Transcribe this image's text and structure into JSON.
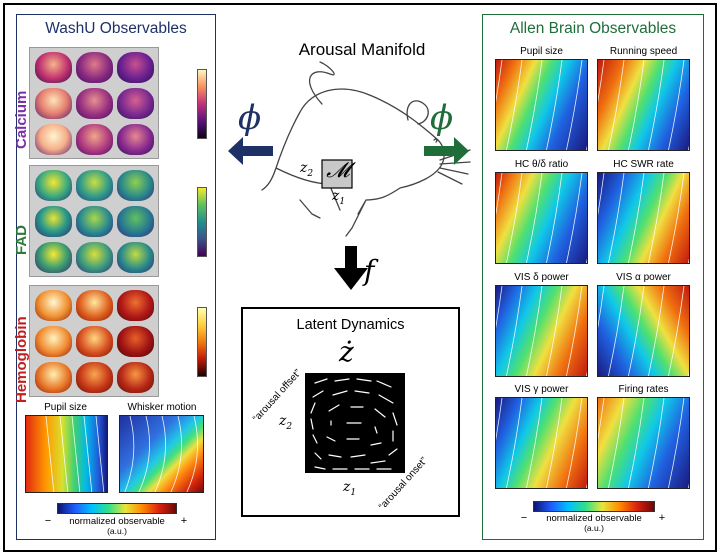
{
  "center": {
    "title": "Arousal Manifold",
    "manifold_symbol": "𝓜",
    "z1": "z",
    "z1_sub": "1",
    "z2": "z",
    "z2_sub": "2",
    "phi_left": "ϕ",
    "phi_right": "ϕ",
    "f": "f"
  },
  "latent": {
    "title": "Latent Dynamics",
    "zdot": "ż",
    "offset": "“arousal offset”",
    "onset": "“arousal onset”",
    "z1": "z",
    "z1_sub": "1",
    "z2": "z",
    "z2_sub": "2"
  },
  "washu": {
    "title": "WashU Observables",
    "modalities": [
      {
        "label": "Calcium",
        "color": "#7b2fa8"
      },
      {
        "label": "FAD",
        "color": "#2d7a3a"
      },
      {
        "label": "Hemoglobin",
        "color": "#c22020"
      }
    ],
    "maps": [
      {
        "title": "Pupil size"
      },
      {
        "title": "Whisker motion"
      }
    ],
    "legend": {
      "minus": "−",
      "label": "normalized observable",
      "plus": "+",
      "unit": "(a.u.)"
    }
  },
  "allen": {
    "title": "Allen Brain Observables",
    "maps": [
      {
        "title": "Pupil size"
      },
      {
        "title": "Running speed"
      },
      {
        "title": "HC θ/δ ratio"
      },
      {
        "title": "HC SWR rate"
      },
      {
        "title": "VIS δ power"
      },
      {
        "title": "VIS α power"
      },
      {
        "title": "VIS γ power"
      },
      {
        "title": "Firing rates"
      }
    ],
    "legend": {
      "minus": "−",
      "label": "normalized observable",
      "plus": "+",
      "unit": "(a.u.)"
    }
  },
  "colors": {
    "washu_border": "#1e3166",
    "allen_border": "#1f6e3a",
    "phi_left": "#1e3166",
    "phi_right": "#1f6e3a"
  }
}
